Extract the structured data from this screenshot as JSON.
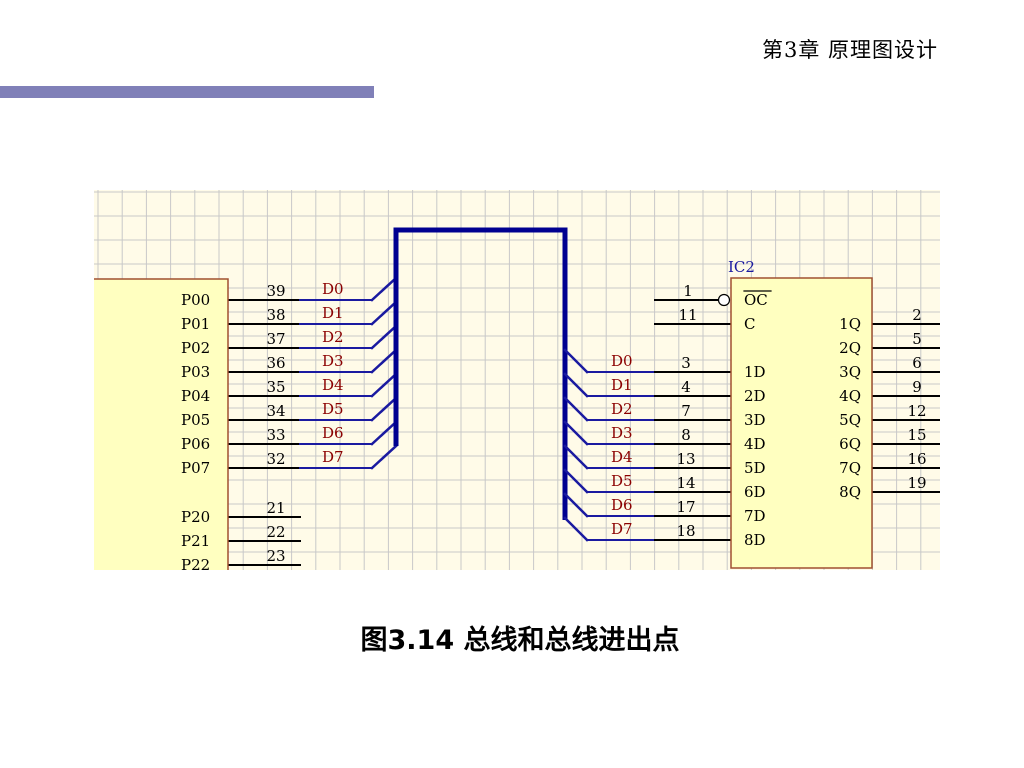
{
  "header": {
    "chapter_title": "第3章  原理图设计"
  },
  "caption": "图3.14  总线和总线进出点",
  "schematic": {
    "left_chip": {
      "ports": [
        {
          "name": "P00",
          "pin": "39",
          "net": "D0"
        },
        {
          "name": "P01",
          "pin": "38",
          "net": "D1"
        },
        {
          "name": "P02",
          "pin": "37",
          "net": "D2"
        },
        {
          "name": "P03",
          "pin": "36",
          "net": "D3"
        },
        {
          "name": "P04",
          "pin": "35",
          "net": "D4"
        },
        {
          "name": "P05",
          "pin": "34",
          "net": "D5"
        },
        {
          "name": "P06",
          "pin": "33",
          "net": "D6"
        },
        {
          "name": "P07",
          "pin": "32",
          "net": "D7"
        }
      ],
      "ports_p2": [
        {
          "name": "P20",
          "pin": "21"
        },
        {
          "name": "P21",
          "pin": "22"
        },
        {
          "name": "P22",
          "pin": "23"
        }
      ]
    },
    "ic2": {
      "designator": "IC2",
      "control_pins": [
        {
          "name": "OC",
          "pin": "1",
          "inverted": true
        },
        {
          "name": "C",
          "pin": "11",
          "inverted": false
        }
      ],
      "inputs": [
        {
          "name": "1D",
          "pin": "3",
          "net": "D0"
        },
        {
          "name": "2D",
          "pin": "4",
          "net": "D1"
        },
        {
          "name": "3D",
          "pin": "7",
          "net": "D2"
        },
        {
          "name": "4D",
          "pin": "8",
          "net": "D3"
        },
        {
          "name": "5D",
          "pin": "13",
          "net": "D4"
        },
        {
          "name": "6D",
          "pin": "14",
          "net": "D5"
        },
        {
          "name": "7D",
          "pin": "17",
          "net": "D6"
        },
        {
          "name": "8D",
          "pin": "18",
          "net": "D7"
        }
      ],
      "outputs": [
        {
          "name": "1Q",
          "pin": "2"
        },
        {
          "name": "2Q",
          "pin": "5"
        },
        {
          "name": "3Q",
          "pin": "6"
        },
        {
          "name": "4Q",
          "pin": "9"
        },
        {
          "name": "5Q",
          "pin": "12"
        },
        {
          "name": "6Q",
          "pin": "15"
        },
        {
          "name": "7Q",
          "pin": "16"
        },
        {
          "name": "8Q",
          "pin": "19"
        }
      ]
    },
    "colors": {
      "grid_bg": "#fffbe8",
      "grid_line": "#c8c8c8",
      "chip_fill": "#ffffc0",
      "chip_border": "#a05030",
      "bus": "#000090",
      "bus_entry": "#1a1aa0",
      "wire": "#1a1aa0",
      "pin_wire": "#000000"
    }
  }
}
